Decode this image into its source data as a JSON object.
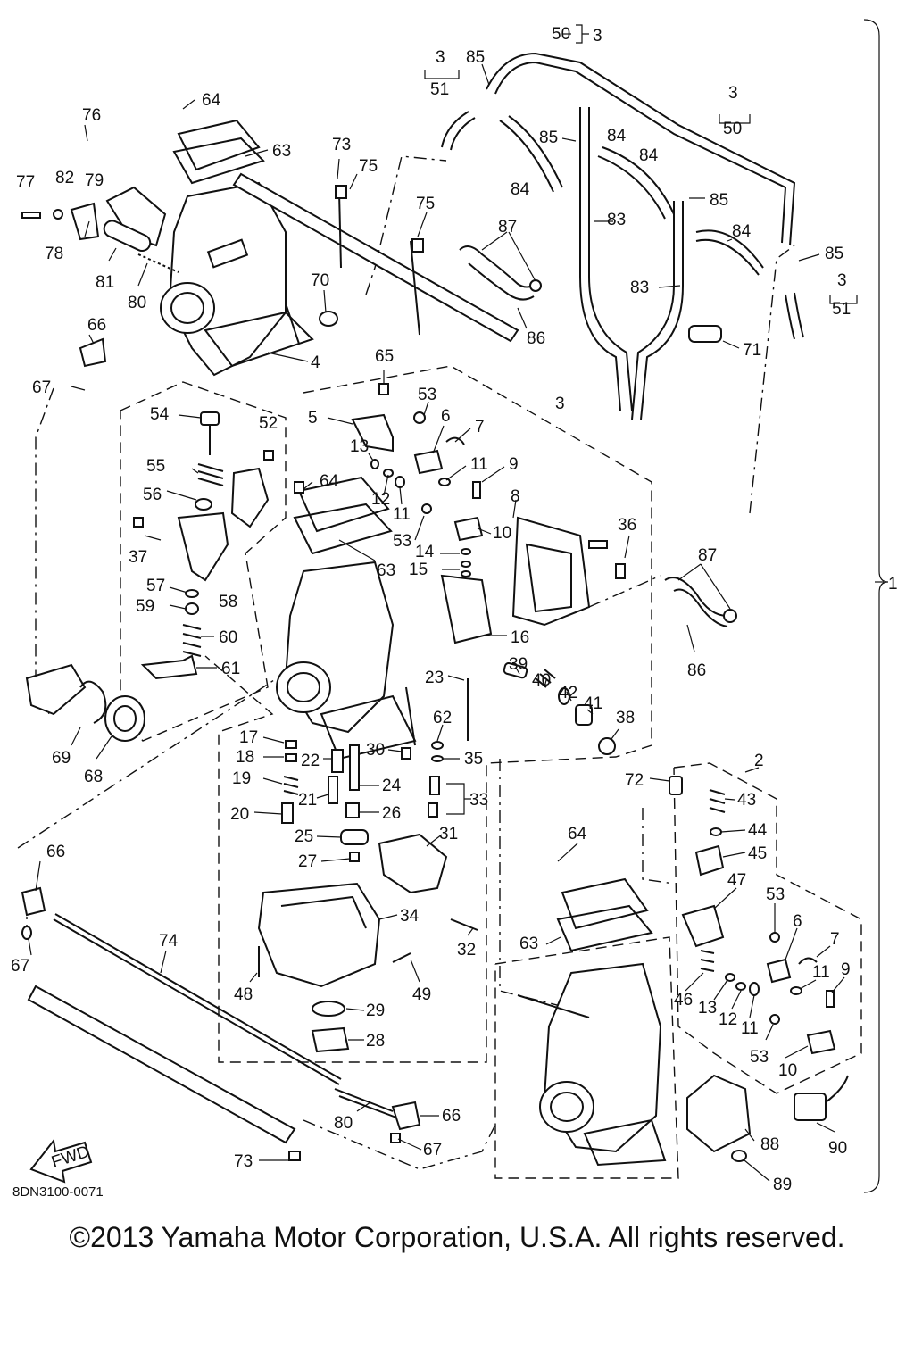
{
  "diagram": {
    "drawing_code": "8DN3100-0071",
    "copyright": "©2013 Yamaha Motor Corporation, U.S.A. All rights reserved.",
    "fwd_label": "FWD",
    "callouts": [
      {
        "id": "c1",
        "text": "50"
      },
      {
        "id": "c2",
        "text": "3"
      },
      {
        "id": "c3",
        "text": "3"
      },
      {
        "id": "c4",
        "text": "51"
      },
      {
        "id": "c5",
        "text": "85"
      },
      {
        "id": "c6",
        "text": "64"
      },
      {
        "id": "c7",
        "text": "76"
      },
      {
        "id": "c8",
        "text": "63"
      },
      {
        "id": "c9",
        "text": "73"
      },
      {
        "id": "c10",
        "text": "75"
      },
      {
        "id": "c11",
        "text": "75"
      },
      {
        "id": "c12",
        "text": "85"
      },
      {
        "id": "c13",
        "text": "84"
      },
      {
        "id": "c14",
        "text": "84"
      },
      {
        "id": "c15",
        "text": "84"
      },
      {
        "id": "c16",
        "text": "85"
      },
      {
        "id": "c17",
        "text": "3"
      },
      {
        "id": "c18",
        "text": "50"
      },
      {
        "id": "c19",
        "text": "77"
      },
      {
        "id": "c20",
        "text": "82"
      },
      {
        "id": "c21",
        "text": "79"
      },
      {
        "id": "c22",
        "text": "78"
      },
      {
        "id": "c23",
        "text": "81"
      },
      {
        "id": "c24",
        "text": "80"
      },
      {
        "id": "c25",
        "text": "70"
      },
      {
        "id": "c26",
        "text": "87"
      },
      {
        "id": "c27",
        "text": "83"
      },
      {
        "id": "c28",
        "text": "84"
      },
      {
        "id": "c29",
        "text": "85"
      },
      {
        "id": "c30",
        "text": "3"
      },
      {
        "id": "c31",
        "text": "51"
      },
      {
        "id": "c32",
        "text": "83"
      },
      {
        "id": "c33",
        "text": "66"
      },
      {
        "id": "c34",
        "text": "86"
      },
      {
        "id": "c35",
        "text": "71"
      },
      {
        "id": "c36",
        "text": "4"
      },
      {
        "id": "c37",
        "text": "67"
      },
      {
        "id": "c38",
        "text": "65"
      },
      {
        "id": "c39",
        "text": "53"
      },
      {
        "id": "c40",
        "text": "3"
      },
      {
        "id": "c41",
        "text": "54"
      },
      {
        "id": "c42",
        "text": "52"
      },
      {
        "id": "c43",
        "text": "5"
      },
      {
        "id": "c44",
        "text": "6"
      },
      {
        "id": "c45",
        "text": "7"
      },
      {
        "id": "c46",
        "text": "13"
      },
      {
        "id": "c47",
        "text": "55"
      },
      {
        "id": "c48",
        "text": "11"
      },
      {
        "id": "c49",
        "text": "9"
      },
      {
        "id": "c50",
        "text": "64"
      },
      {
        "id": "c51",
        "text": "12"
      },
      {
        "id": "c52",
        "text": "56"
      },
      {
        "id": "c53",
        "text": "11"
      },
      {
        "id": "c54",
        "text": "8"
      },
      {
        "id": "c55",
        "text": "37"
      },
      {
        "id": "c56",
        "text": "53"
      },
      {
        "id": "c57",
        "text": "10"
      },
      {
        "id": "c58",
        "text": "36"
      },
      {
        "id": "c59",
        "text": "14"
      },
      {
        "id": "c60",
        "text": "63"
      },
      {
        "id": "c61",
        "text": "15"
      },
      {
        "id": "c62",
        "text": "87"
      },
      {
        "id": "c63",
        "text": "57"
      },
      {
        "id": "c64",
        "text": "58"
      },
      {
        "id": "c65",
        "text": "1"
      },
      {
        "id": "c66",
        "text": "59"
      },
      {
        "id": "c67",
        "text": "60"
      },
      {
        "id": "c68",
        "text": "16"
      },
      {
        "id": "c69",
        "text": "61"
      },
      {
        "id": "c70",
        "text": "39"
      },
      {
        "id": "c71",
        "text": "23"
      },
      {
        "id": "c72",
        "text": "40"
      },
      {
        "id": "c73",
        "text": "42"
      },
      {
        "id": "c74",
        "text": "86"
      },
      {
        "id": "c75",
        "text": "41"
      },
      {
        "id": "c76",
        "text": "38"
      },
      {
        "id": "c77",
        "text": "62"
      },
      {
        "id": "c78",
        "text": "17"
      },
      {
        "id": "c79",
        "text": "30"
      },
      {
        "id": "c80",
        "text": "35"
      },
      {
        "id": "c81",
        "text": "69"
      },
      {
        "id": "c82",
        "text": "18"
      },
      {
        "id": "c83",
        "text": "22"
      },
      {
        "id": "c84",
        "text": "2"
      },
      {
        "id": "c85",
        "text": "68"
      },
      {
        "id": "c86",
        "text": "19"
      },
      {
        "id": "c87",
        "text": "24"
      },
      {
        "id": "c88",
        "text": "72"
      },
      {
        "id": "c89",
        "text": "43"
      },
      {
        "id": "c90",
        "text": "21"
      },
      {
        "id": "c91",
        "text": "33"
      },
      {
        "id": "c92",
        "text": "20"
      },
      {
        "id": "c93",
        "text": "26"
      },
      {
        "id": "c94",
        "text": "44"
      },
      {
        "id": "c95",
        "text": "31"
      },
      {
        "id": "c96",
        "text": "25"
      },
      {
        "id": "c97",
        "text": "64"
      },
      {
        "id": "c98",
        "text": "45"
      },
      {
        "id": "c99",
        "text": "66"
      },
      {
        "id": "c100",
        "text": "27"
      },
      {
        "id": "c101",
        "text": "47"
      },
      {
        "id": "c102",
        "text": "53"
      },
      {
        "id": "c103",
        "text": "6"
      },
      {
        "id": "c104",
        "text": "32"
      },
      {
        "id": "c105",
        "text": "63"
      },
      {
        "id": "c106",
        "text": "34"
      },
      {
        "id": "c107",
        "text": "7"
      },
      {
        "id": "c108",
        "text": "74"
      },
      {
        "id": "c109",
        "text": "67"
      },
      {
        "id": "c110",
        "text": "11"
      },
      {
        "id": "c111",
        "text": "9"
      },
      {
        "id": "c112",
        "text": "48"
      },
      {
        "id": "c113",
        "text": "49"
      },
      {
        "id": "c114",
        "text": "46"
      },
      {
        "id": "c115",
        "text": "13"
      },
      {
        "id": "c116",
        "text": "12"
      },
      {
        "id": "c117",
        "text": "11"
      },
      {
        "id": "c118",
        "text": "29"
      },
      {
        "id": "c119",
        "text": "53"
      },
      {
        "id": "c120",
        "text": "28"
      },
      {
        "id": "c121",
        "text": "10"
      },
      {
        "id": "c122",
        "text": "80"
      },
      {
        "id": "c123",
        "text": "66"
      },
      {
        "id": "c124",
        "text": "88"
      },
      {
        "id": "c125",
        "text": "90"
      },
      {
        "id": "c126",
        "text": "73"
      },
      {
        "id": "c127",
        "text": "67"
      },
      {
        "id": "c128",
        "text": "89"
      }
    ]
  }
}
